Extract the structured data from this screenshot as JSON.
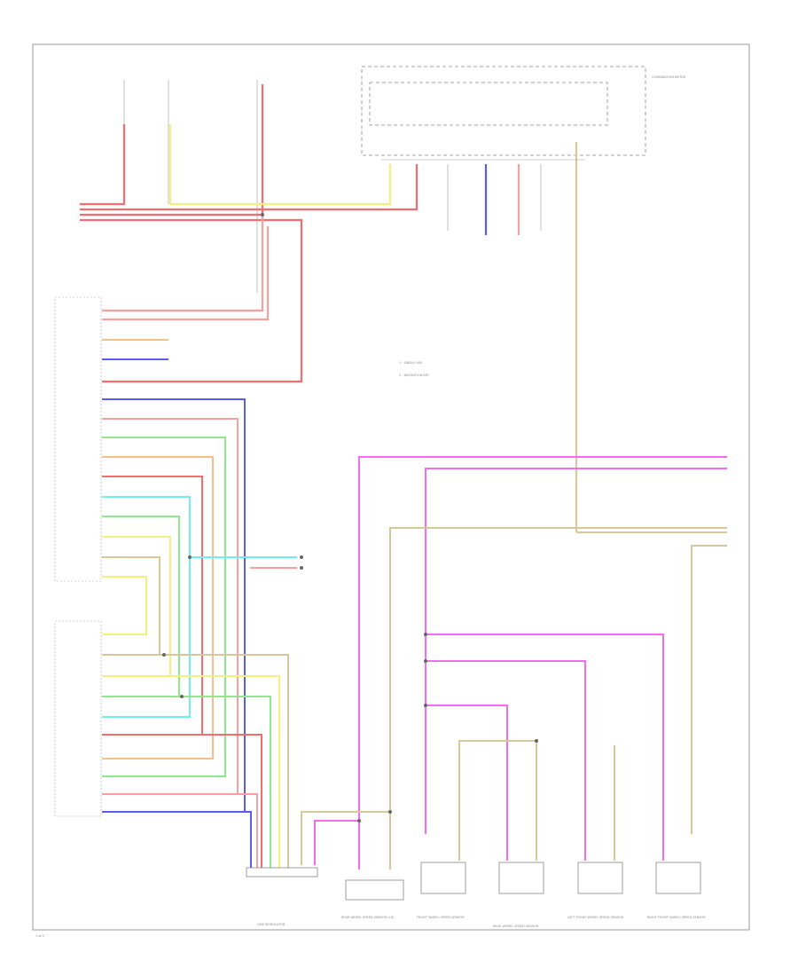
{
  "colors": {
    "red": "#f26d6d",
    "pink": "#f06cf0",
    "yellow": "#f3f082",
    "blue": "#5a5af5",
    "tan": "#d8c79a",
    "green": "#8ee88e",
    "cyan": "#6ef0f0",
    "orange": "#f3c08a",
    "lightred": "#f7a0a0",
    "frame": "#999999"
  },
  "labels": {
    "page_number": "1 of 2",
    "legend_1": "1 : SINGLE USE",
    "legend_2": "2 : W/IGNITION KEY",
    "bottom_label": "LINE MODULATOR",
    "top_right_label": "COMBINATION METER"
  },
  "components": {
    "c1": "REAR WHEEL SPEED SENSOR (LH)",
    "c2": "FRONT WHEEL SPEED SENSOR",
    "c3": "REAR WHEEL SPEED SENSOR",
    "c4": "LEFT FRONT WHEEL SPEED SENSOR",
    "c5": "RIGHT FRONT WHEEL SPEED SENSOR"
  }
}
